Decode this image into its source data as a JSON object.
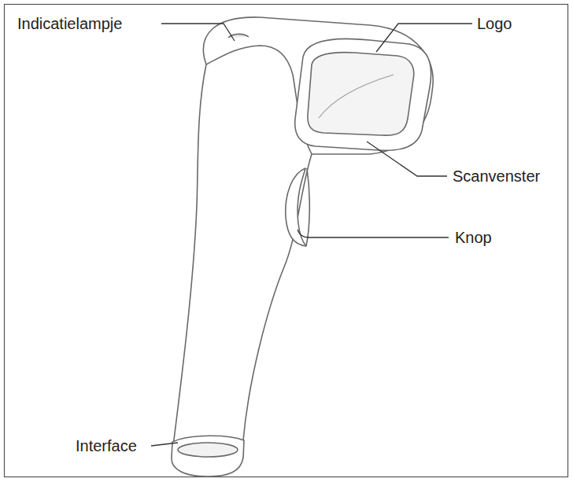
{
  "diagram": {
    "labels": [
      "Indicatielampje",
      "Logo",
      "Scanvenster",
      "Knop",
      "Interface"
    ]
  }
}
